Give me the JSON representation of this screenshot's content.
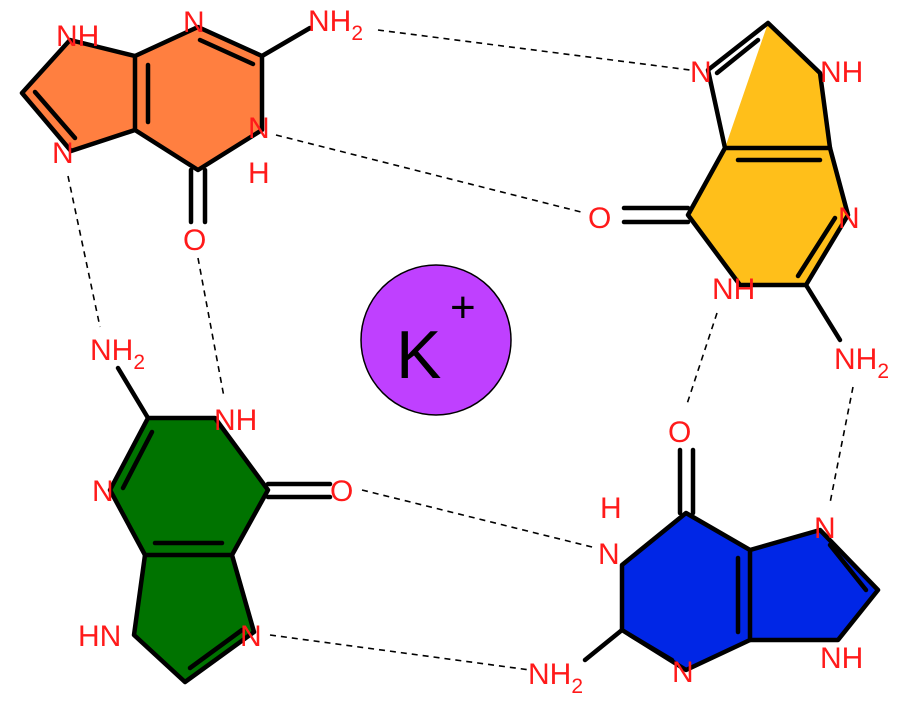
{
  "ion": {
    "label": "K",
    "charge": "+",
    "color": "#bf40ff"
  },
  "atoms": {
    "N": "N",
    "NH": "NH",
    "HN": "HN",
    "H": "H",
    "O": "O",
    "NH2_base": "NH",
    "NH2_sub": "2"
  },
  "colors": {
    "top_left": "#ff7f40",
    "top_right": "#ffbf1a",
    "bottom_left": "#007300",
    "bottom_right": "#0026e6",
    "atom_label": "#ff1a1a"
  }
}
